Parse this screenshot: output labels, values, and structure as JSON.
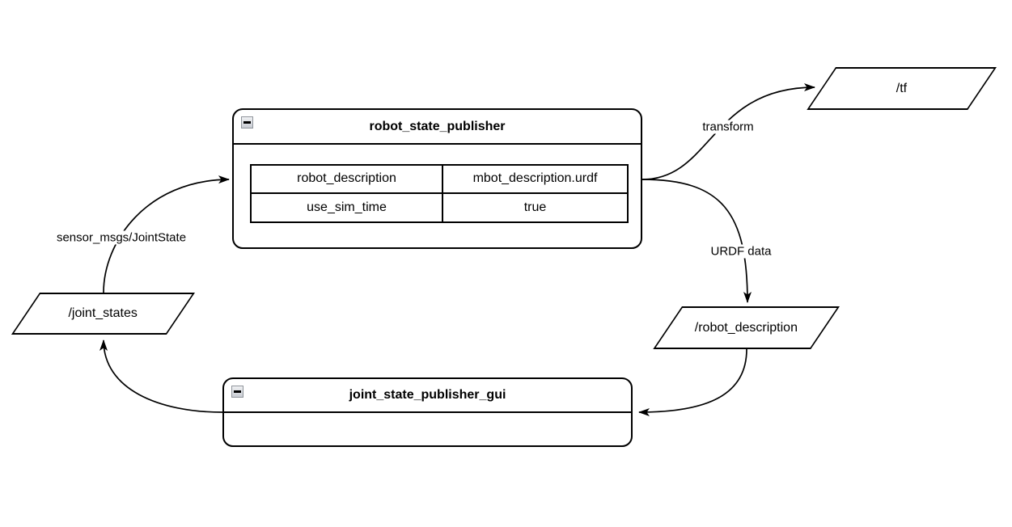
{
  "diagram": {
    "background": "#ffffff",
    "stroke_color": "#000000",
    "collapse_icon_symbol": "minus",
    "nodes": {
      "robot_state_publisher": {
        "title": "robot_state_publisher",
        "params": {
          "rows": [
            {
              "key": "robot_description",
              "value": "mbot_description.urdf"
            },
            {
              "key": "use_sim_time",
              "value": "true"
            }
          ]
        }
      },
      "joint_state_publisher_gui": {
        "title": "joint_state_publisher_gui"
      }
    },
    "topics": [
      {
        "id": "tf",
        "label": "/tf"
      },
      {
        "id": "joint_states",
        "label": "/joint_states"
      },
      {
        "id": "robot_description",
        "label": "/robot_description"
      }
    ],
    "edges": [
      {
        "from": "/joint_states",
        "to": "robot_state_publisher",
        "label": "sensor_msgs/JointState"
      },
      {
        "from": "robot_state_publisher",
        "to": "/tf",
        "label": "transform"
      },
      {
        "from": "robot_state_publisher",
        "to": "/robot_description",
        "label": "URDF data"
      },
      {
        "from": "/robot_description",
        "to": "joint_state_publisher_gui",
        "label": ""
      },
      {
        "from": "joint_state_publisher_gui",
        "to": "/joint_states",
        "label": ""
      }
    ]
  }
}
